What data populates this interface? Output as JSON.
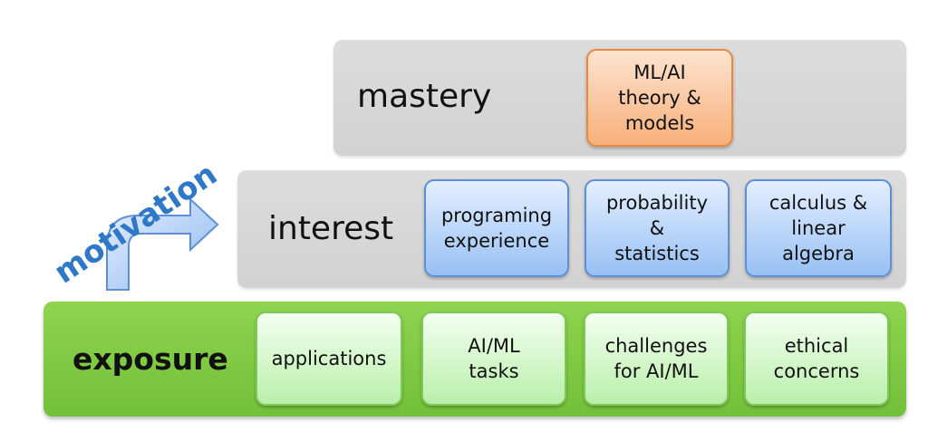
{
  "levels": {
    "mastery": {
      "label": "mastery",
      "boxes": [
        {
          "lines": [
            "ML/AI",
            "theory &",
            "models"
          ]
        }
      ]
    },
    "interest": {
      "label": "interest",
      "boxes": [
        {
          "lines": [
            "programing",
            "experience"
          ]
        },
        {
          "lines": [
            "probability",
            "&",
            "statistics"
          ]
        },
        {
          "lines": [
            "calculus &",
            "linear",
            "algebra"
          ]
        }
      ]
    },
    "exposure": {
      "label": "exposure",
      "boxes": [
        {
          "lines": [
            "applications"
          ]
        },
        {
          "lines": [
            "AI/ML",
            "tasks"
          ]
        },
        {
          "lines": [
            "challenges",
            "for AI/ML"
          ]
        },
        {
          "lines": [
            "ethical",
            "concerns"
          ]
        }
      ]
    }
  },
  "arrow": {
    "label": "motivation"
  },
  "colors": {
    "mastery_box": "#f8b07a",
    "interest_box": "#98c0f5",
    "exposure_band": "#72c03a",
    "exposure_box": "#b9efaa",
    "motivation_text": "#2e78c7"
  }
}
